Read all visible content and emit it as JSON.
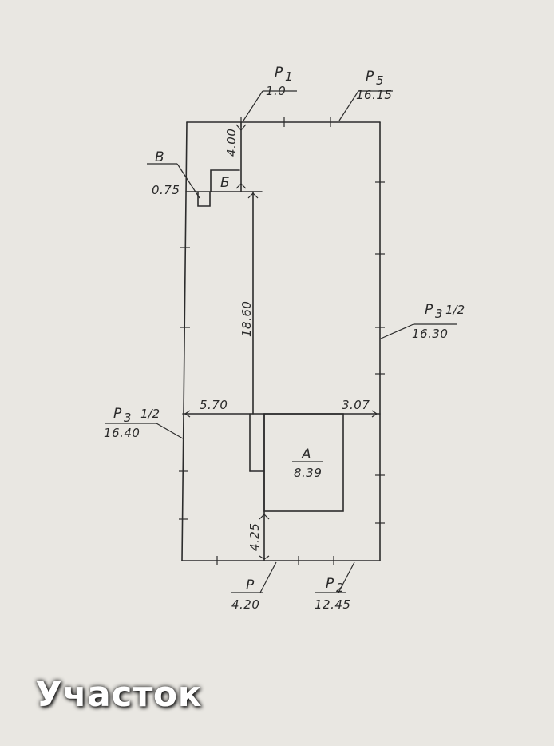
{
  "caption": "Участок",
  "labels": {
    "p1_name": "P",
    "p1_sub": "1",
    "p1_value": "1.0",
    "p5_name": "P",
    "p5_sub": "5",
    "p5_value": "16.15",
    "b_name": "В",
    "b_value": "0.75",
    "b2_name": "Б",
    "dim_400": "4.00",
    "dim_1860": "18.60",
    "p3_right_name": "P",
    "p3_right_sub": "3",
    "p3_right_frac": "1/2",
    "p3_right_value": "16.30",
    "p3_left_name": "P",
    "p3_left_sub": "3",
    "p3_left_frac": "1/2",
    "p3_left_value": "16.40",
    "dim_570": "5.70",
    "dim_307": "3.07",
    "a_name": "А",
    "a_value": "8.39",
    "dim_425": "4.25",
    "p_name": "P",
    "p_value": "4.20",
    "p2_name": "P",
    "p2_sub": "2",
    "p2_value": "12.45"
  }
}
